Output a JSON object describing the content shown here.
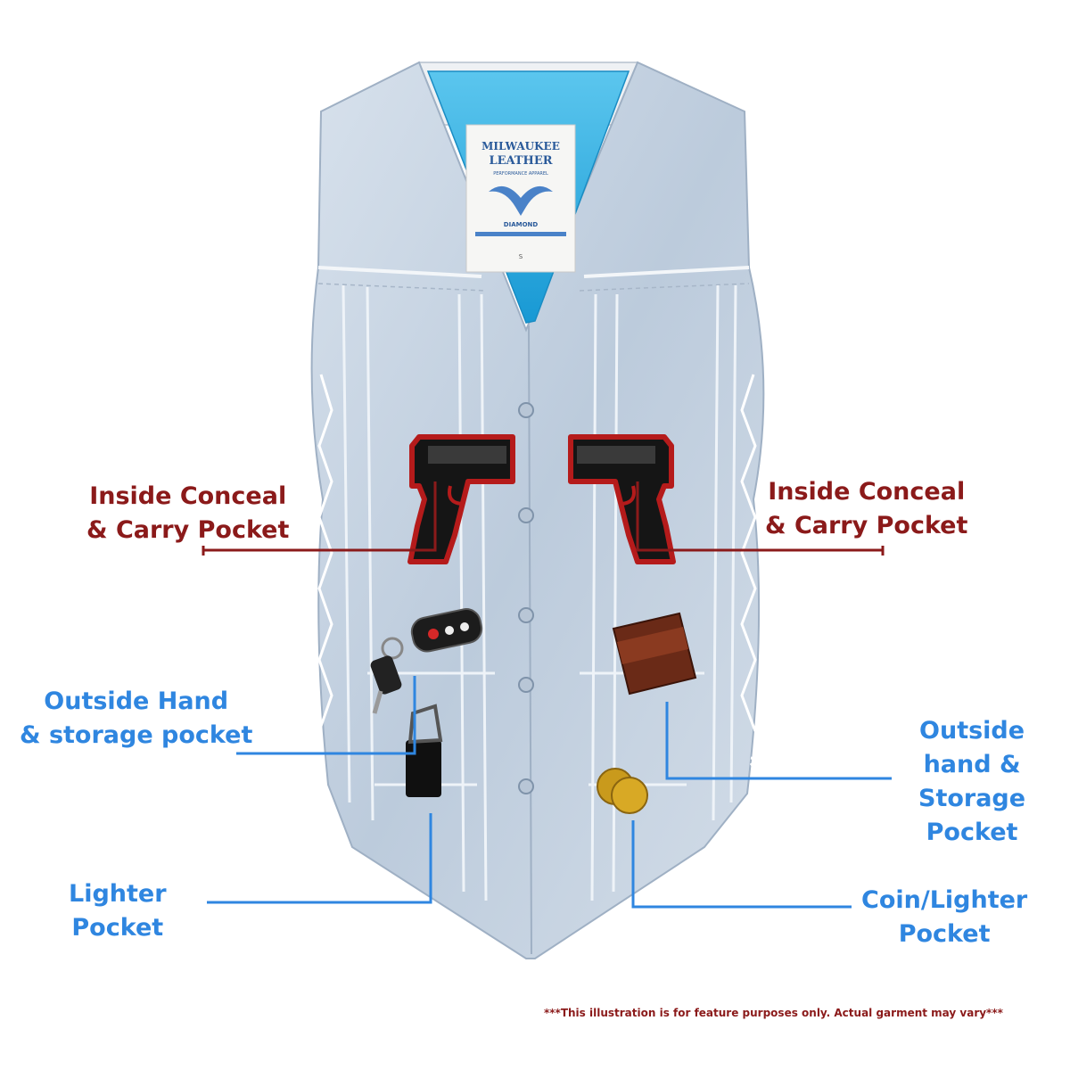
{
  "colors": {
    "red_callout": "#8b1a1a",
    "blue_callout": "#2f86e0",
    "vest_leather": "#c9d6e3",
    "vest_lining": "#21a9df"
  },
  "vest_label": {
    "brand_line1": "MILWAUKEE",
    "brand_line2": "LEATHER",
    "sub": "PERFORMANCE APPAREL",
    "line": "DIAMOND",
    "size": "S"
  },
  "callouts": {
    "conceal_left": [
      "Inside Conceal",
      "& Carry Pocket"
    ],
    "conceal_right": [
      "Inside Conceal",
      "& Carry Pocket"
    ],
    "hand_left": [
      "Outside Hand",
      "& storage pocket"
    ],
    "lighter_left": [
      "Lighter",
      "Pocket"
    ],
    "hand_right": [
      "Outside",
      "hand &",
      "Storage",
      "Pocket"
    ],
    "coin_right": [
      "Coin/Lighter",
      "Pocket"
    ]
  },
  "disclaimer": "***This illustration is for feature purposes only.  Actual garment may vary***",
  "icons": [
    "pistol-icon",
    "car-key-fob-icon",
    "lighter-icon",
    "wallet-icon",
    "coin-icon",
    "snap-button-icon",
    "lace-icon"
  ]
}
